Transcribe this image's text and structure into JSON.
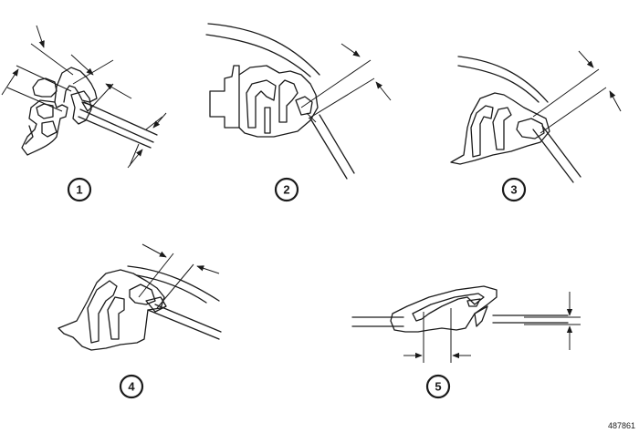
{
  "figure": {
    "reference_number": "487861",
    "callouts": [
      {
        "label": "1"
      },
      {
        "label": "2"
      },
      {
        "label": "3"
      },
      {
        "label": "4"
      },
      {
        "label": "5"
      }
    ]
  },
  "colors": {
    "ink": "#1a1a1a",
    "background": "#ffffff"
  }
}
